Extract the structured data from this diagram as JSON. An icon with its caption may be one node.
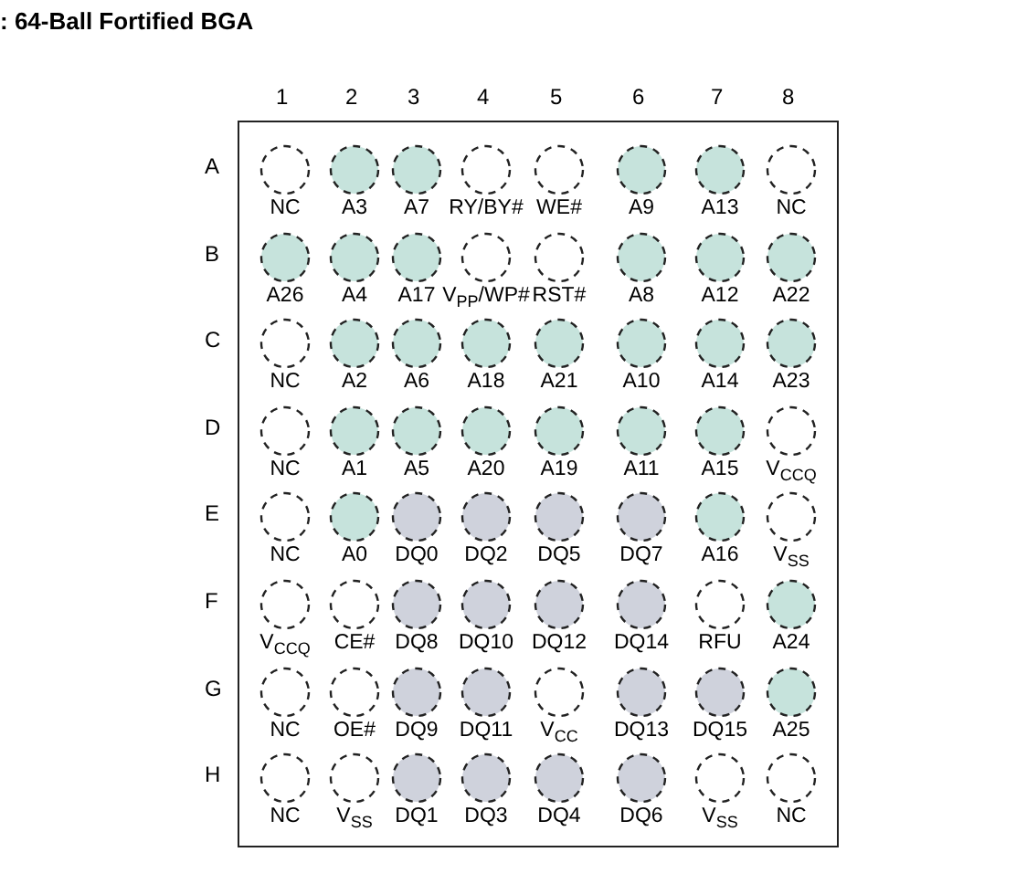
{
  "diagram": {
    "title": ": 64-Ball Fortified BGA",
    "nodes": [
      {
        "text": [],
        "shape": "box"
      },
      {
        "text": [
          "NC"
        ],
        "in": 0
      },
      {
        "text": [
          "A3"
        ],
        "in": 0
      },
      {
        "text": [
          "A7"
        ],
        "in": 0
      },
      {
        "text": [
          "RY/BY#"
        ],
        "in": 0
      },
      {
        "text": [
          "WE#"
        ],
        "in": 0
      },
      {
        "text": [
          "A9"
        ],
        "in": 0
      },
      {
        "text": [
          "A13"
        ],
        "in": 0
      },
      {
        "text": [
          "NC"
        ],
        "in": 0
      },
      {
        "text": [
          "A26"
        ],
        "in": 0
      },
      {
        "text": [
          "A4"
        ],
        "in": 0
      },
      {
        "text": [
          "A17"
        ],
        "in": 0
      },
      {
        "text": [
          "V$_{PP}$/WP#"
        ],
        "in": 0
      },
      {
        "text": [
          "RST#"
        ],
        "in": 0
      },
      {
        "text": [
          "A8"
        ],
        "in": 0
      },
      {
        "text": [
          "A12"
        ],
        "in": 0
      },
      {
        "text": [
          "A22"
        ],
        "in": 0
      },
      {
        "text": [
          "NC"
        ],
        "in": 0
      },
      {
        "text": [
          "A2"
        ],
        "in": 0
      },
      {
        "text": [
          "A6"
        ],
        "in": 0
      },
      {
        "text": [
          "A18"
        ],
        "in": 0
      },
      {
        "text": [
          "A21"
        ],
        "in": 0
      },
      {
        "text": [
          "A10"
        ],
        "in": 0
      },
      {
        "text": [
          "A14"
        ],
        "in": 0
      },
      {
        "text": [
          "A23"
        ],
        "in": 0
      },
      {
        "text": [
          "NC"
        ],
        "in": 0
      },
      {
        "text": [
          "A1"
        ],
        "in": 0
      },
      {
        "text": [
          "A5"
        ],
        "in": 0
      },
      {
        "text": [
          "A20"
        ],
        "in": 0
      },
      {
        "text": [
          "A19"
        ],
        "in": 0
      },
      {
        "text": [
          "A11"
        ],
        "in": 0
      },
      {
        "text": [
          "A15"
        ],
        "in": 0
      },
      {
        "text": [
          "V$_{CCQ}$"
        ],
        "in": 0
      },
      {
        "text": [
          "NC"
        ],
        "in": 0
      },
      {
        "text": [
          "A0"
        ],
        "in": 0
      },
      {
        "text": [
          "DQ0"
        ],
        "in": 0
      },
      {
        "text": [
          "DQ2"
        ],
        "in": 0
      },
      {
        "text": [
          "DQ5"
        ],
        "in": 0
      },
      {
        "text": [
          "DQ7"
        ],
        "in": 0
      },
      {
        "text": [
          "A16"
        ],
        "in": 0
      },
      {
        "text": [
          "V$_{SS}$"
        ],
        "in": 0
      },
      {
        "text": [
          "V$_{CCQ}$"
        ],
        "in": 0
      },
      {
        "text": [
          "CE#"
        ],
        "in": 0
      },
      {
        "text": [
          "DQ8"
        ],
        "in": 0
      },
      {
        "text": [
          "DQ10"
        ],
        "in": 0
      },
      {
        "text": [
          "DQ12"
        ],
        "in": 0
      },
      {
        "text": [
          "DQ14"
        ],
        "in": 0
      },
      {
        "text": [
          "RFU"
        ],
        "in": 0
      },
      {
        "text": [
          "A24"
        ],
        "in": 0
      },
      {
        "text": [
          "NC"
        ],
        "in": 0
      },
      {
        "text": [
          "OE#"
        ],
        "in": 0
      },
      {
        "text": [
          "DQ9"
        ],
        "in": 0
      },
      {
        "text": [
          "DQ11"
        ],
        "in": 0
      },
      {
        "text": [
          "V$_{CC}$"
        ],
        "in": 0
      },
      {
        "text": [
          "DQ13"
        ],
        "in": 0
      },
      {
        "text": [
          "DQ15"
        ],
        "in": 0
      },
      {
        "text": [
          "A25"
        ],
        "in": 0
      },
      {
        "text": [
          "NC"
        ],
        "in": 0
      },
      {
        "text": [
          "V$_{SS}$"
        ],
        "in": 0
      },
      {
        "text": [
          "DQ1"
        ],
        "in": 0
      },
      {
        "text": [
          "DQ3"
        ],
        "in": 0
      },
      {
        "text": [
          "DQ4"
        ],
        "in": 0
      },
      {
        "text": [
          "DQ6"
        ],
        "in": 0
      },
      {
        "text": [
          "V$_{SS}$"
        ],
        "in": 0
      },
      {
        "text": [
          "NC"
        ],
        "in": 0
      }
    ],
    "edges": [],
    "labels": [
      "1",
      "2",
      "3",
      "4",
      "5",
      "6",
      "7",
      "8",
      "A",
      "B",
      "C",
      "D",
      "E",
      "F",
      "G",
      "H"
    ]
  }
}
